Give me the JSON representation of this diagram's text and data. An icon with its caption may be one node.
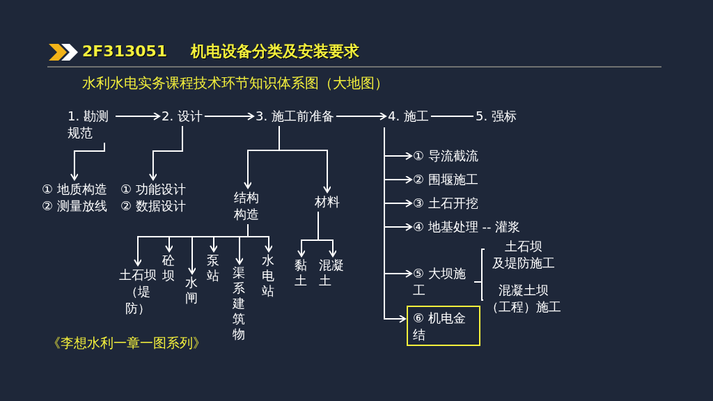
{
  "diagram": {
    "title": "2F313051 机电设备分类及安装要求",
    "nodes": [
      {
        "text": [
          "1. 勘测规范"
        ]
      },
      {
        "text": [
          "2. 设计"
        ]
      },
      {
        "text": [
          "3. 施工前准备"
        ]
      },
      {
        "text": [
          "4. 施工"
        ]
      },
      {
        "text": [
          "5. 强标"
        ]
      },
      {
        "text": [
          "① 地质构造",
          "② 测量放线"
        ]
      },
      {
        "text": [
          "① 功能设计",
          "② 数据设计"
        ]
      },
      {
        "text": [
          "结构构造"
        ]
      },
      {
        "text": [
          "材料"
        ]
      },
      {
        "text": [
          "土石坝（堤防）"
        ]
      },
      {
        "text": [
          "砼坝"
        ]
      },
      {
        "text": [
          "水闸"
        ]
      },
      {
        "text": [
          "泵站"
        ]
      },
      {
        "text": [
          "渠系建筑物"
        ]
      },
      {
        "text": [
          "水电站"
        ]
      },
      {
        "text": [
          "黏土"
        ]
      },
      {
        "text": [
          "混凝土"
        ]
      },
      {
        "text": [
          "① 导流截流"
        ]
      },
      {
        "text": [
          "② 围堰施工"
        ]
      },
      {
        "text": [
          "③ 土石开挖"
        ]
      },
      {
        "text": [
          "④ 地基处理 -- 灌浆"
        ]
      },
      {
        "text": [
          "⑤ 大坝施工"
        ]
      },
      {
        "text": [
          "土石坝及堤防施工"
        ]
      },
      {
        "text": [
          "混凝土坝（工程）施工"
        ]
      },
      {
        "text": [
          "⑥ 机电金结"
        ]
      }
    ],
    "edges": [
      {
        "from": 0,
        "to": 1,
        "arrow": "to"
      },
      {
        "from": 1,
        "to": 2,
        "arrow": "to"
      },
      {
        "from": 2,
        "to": 3,
        "arrow": "to"
      },
      {
        "from": 3,
        "to": 4,
        "arrow": "none"
      },
      {
        "from": 0,
        "to": 5,
        "arrow": "to"
      },
      {
        "from": 1,
        "to": 6,
        "arrow": "to"
      },
      {
        "from": 2,
        "to": 7,
        "arrow": "to"
      },
      {
        "from": 2,
        "to": 8,
        "arrow": "to"
      },
      {
        "from": 7,
        "to": 9,
        "arrow": "to"
      },
      {
        "from": 7,
        "to": 10,
        "arrow": "to"
      },
      {
        "from": 7,
        "to": 11,
        "arrow": "to"
      },
      {
        "from": 7,
        "to": 12,
        "arrow": "to"
      },
      {
        "from": 7,
        "to": 13,
        "arrow": "to"
      },
      {
        "from": 7,
        "to": 14,
        "arrow": "to"
      },
      {
        "from": 8,
        "to": 15,
        "arrow": "to"
      },
      {
        "from": 8,
        "to": 16,
        "arrow": "to"
      },
      {
        "from": 3,
        "to": 17,
        "arrow": "to"
      },
      {
        "from": 3,
        "to": 18,
        "arrow": "to"
      },
      {
        "from": 3,
        "to": 19,
        "arrow": "to"
      },
      {
        "from": 3,
        "to": 20,
        "arrow": "to"
      },
      {
        "from": 3,
        "to": 21,
        "arrow": "to"
      },
      {
        "from": 3,
        "to": 24,
        "arrow": "to"
      },
      {
        "from": 21,
        "to": 22,
        "arrow": "none"
      },
      {
        "from": 21,
        "to": 23,
        "arrow": "none"
      }
    ],
    "labels": [
      "水利水电实务课程技术环节知识体系图（大地图）",
      "《李想水利一章一图系列》"
    ]
  }
}
